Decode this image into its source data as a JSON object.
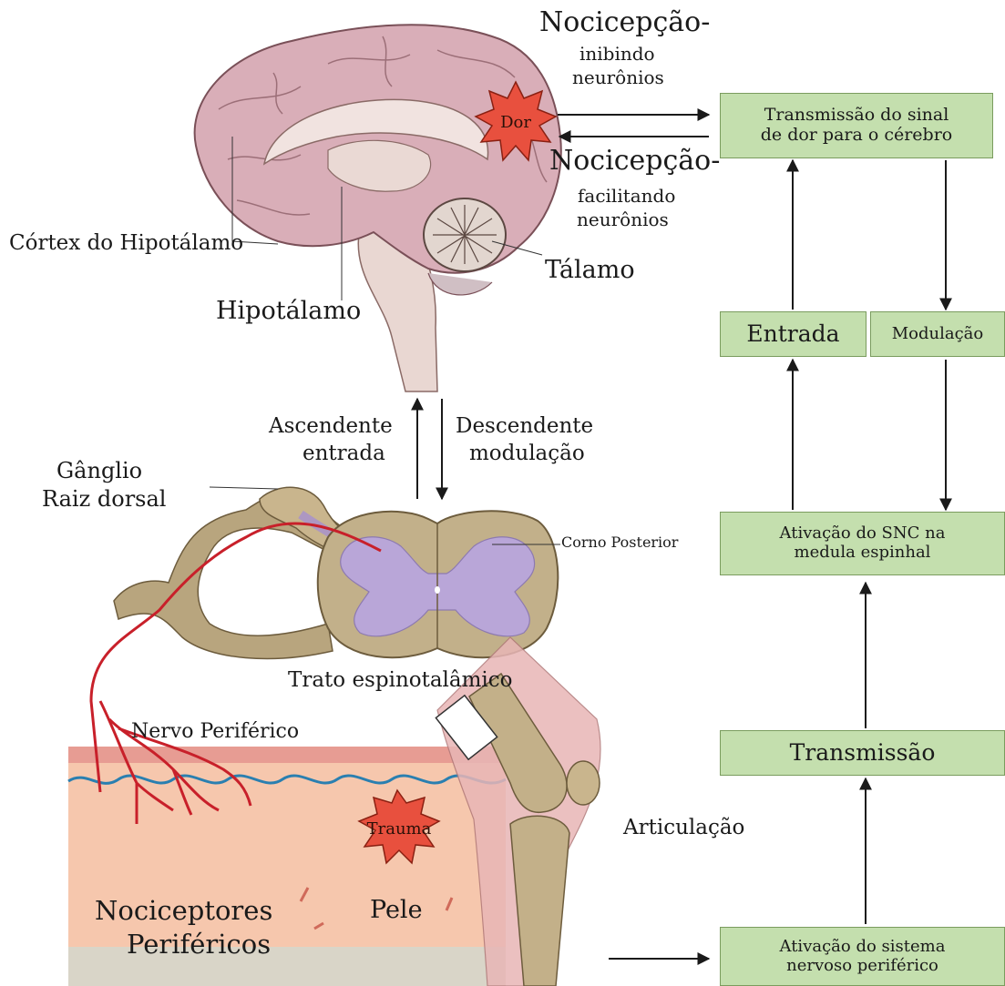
{
  "labels": {
    "nociception_inhib_title": "Nocicepção-",
    "nociception_inhib_l1": "inibindo",
    "nociception_inhib_l2": "neurônios",
    "nociception_facil_title": "Nocicepção-",
    "nociception_facil_l1": "facilitando",
    "nociception_facil_l2": "neurônios",
    "pain": "Dor",
    "cortex": "Córtex do Hipotálamo",
    "thalamus": "Tálamo",
    "hypothalamus": "Hipotálamo",
    "ascending_l1": "Ascendente",
    "ascending_l2": "entrada",
    "descending_l1": "Descendente",
    "descending_l2": "modulação",
    "ganglion_l1": "Gânglio",
    "ganglion_l2": "Raiz dorsal",
    "posterior_horn": "Corno Posterior",
    "spinothalamic": "Trato espinotalâmico",
    "peripheral_nerve": "Nervo Periférico",
    "trauma": "Trauma",
    "joint": "Articulação",
    "nociceptors_l1": "Nociceptores",
    "nociceptors_l2": "Periféricos",
    "skin": "Pele"
  },
  "flow": {
    "brain_transmission_l1": "Transmissão do sinal",
    "brain_transmission_l2": "de dor para o cérebro",
    "input": "Entrada",
    "modulation": "Modulação",
    "cns_activation_l1": "Ativação do SNC na",
    "cns_activation_l2": "medula espinhal",
    "transmission": "Transmissão",
    "pns_activation_l1": "Ativação do sistema",
    "pns_activation_l2": "nervoso periférico"
  },
  "colors": {
    "box_fill": "#c4dfae",
    "box_border": "#7a9c5e",
    "nerve": "#c8202a",
    "gray_matter": "#b9a6d8",
    "brain": "#dcb2bb"
  }
}
